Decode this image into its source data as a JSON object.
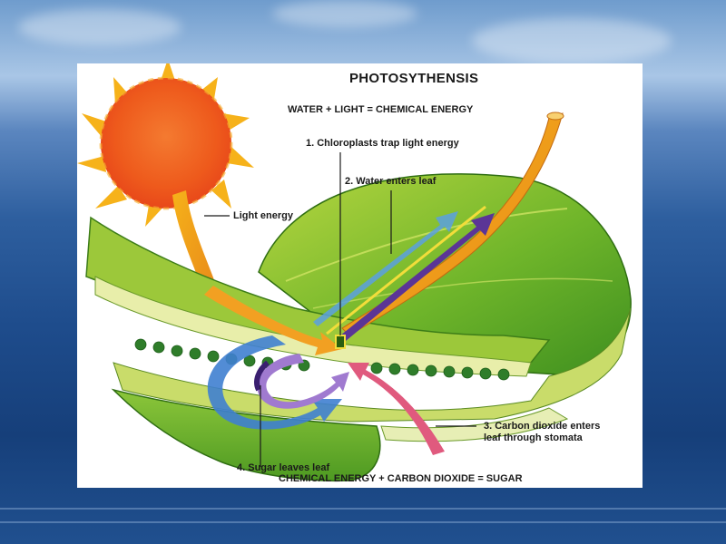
{
  "diagram": {
    "title": "PHOTOSYTHENSIS",
    "equation_top": "WATER + LIGHT = CHEMICAL ENERGY",
    "equation_bottom": "CHEMICAL ENERGY + CARBON DIOXIDE = SUGAR",
    "labels": {
      "light_energy": "Light energy",
      "step1": "1. Chloroplasts trap light energy",
      "step2": "2. Water enters leaf",
      "step3": "3. Carbon dioxide enters leaf through stomata",
      "step4": "4. Sugar leaves leaf"
    },
    "colors": {
      "sun_core": "#f05a1e",
      "sun_rays": "#f6b21a",
      "leaf": "#7fbf2a",
      "leaf_dark": "#3f8a1e",
      "water_arrow": "#5aa0e0",
      "purple_arrow": "#6a3fa0",
      "co2_arrow": "#e0507a"
    }
  }
}
